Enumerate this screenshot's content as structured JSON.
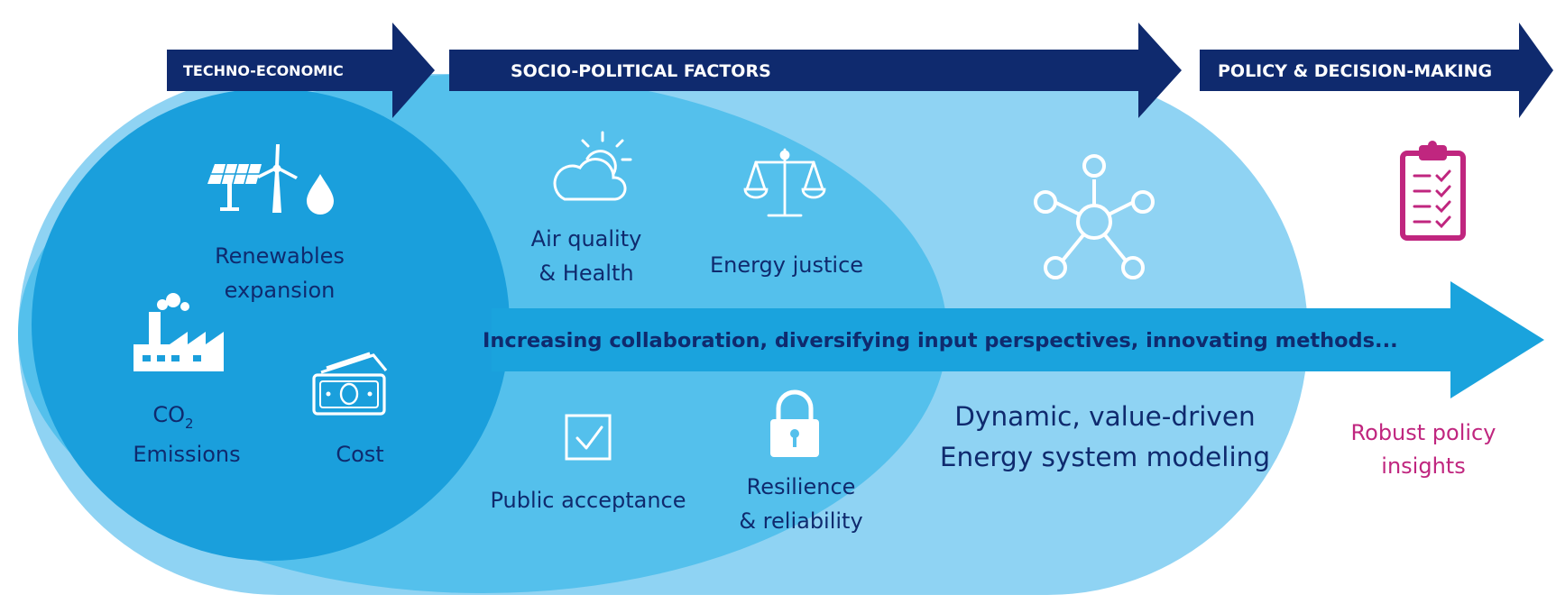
{
  "headers": {
    "techno_economic": "TECHNO-ECONOMIC",
    "socio_political": "SOCIO-POLITICAL FACTORS",
    "policy": "POLICY & DECISION-MAKING"
  },
  "inner_circle": {
    "renewables_line1": "Renewables",
    "renewables_line2": "expansion",
    "co2_main": "CO",
    "co2_sub": "2",
    "emissions": "Emissions",
    "cost": "Cost"
  },
  "middle": {
    "air_quality_line1": "Air quality",
    "air_quality_line2": "& Health",
    "energy_justice": "Energy justice",
    "public_acceptance": "Public acceptance",
    "resilience_line1": "Resilience",
    "resilience_line2": "& reliability"
  },
  "outer": {
    "modeling_line1": "Dynamic, value-driven",
    "modeling_line2": "Energy system modeling"
  },
  "arrow_text": "Increasing collaboration, diversifying input perspectives, innovating methods...",
  "policy_output": {
    "line1": "Robust policy",
    "line2": "insights"
  },
  "colors": {
    "navy": "#0f2a6e",
    "outer_blob": "#8fd3f3",
    "middle_blob": "#54c0ec",
    "inner_blob": "#1a9fdc",
    "main_arrow": "#1aa3dd",
    "magenta": "#c0267f",
    "text_dark": "#1a2f78"
  },
  "icons": [
    "solar-panel-icon",
    "wind-turbine-icon",
    "water-drop-icon",
    "factory-icon",
    "money-icon",
    "sun-cloud-icon",
    "justice-scale-icon",
    "checkbox-icon",
    "padlock-icon",
    "network-icon",
    "clipboard-checklist-icon"
  ]
}
